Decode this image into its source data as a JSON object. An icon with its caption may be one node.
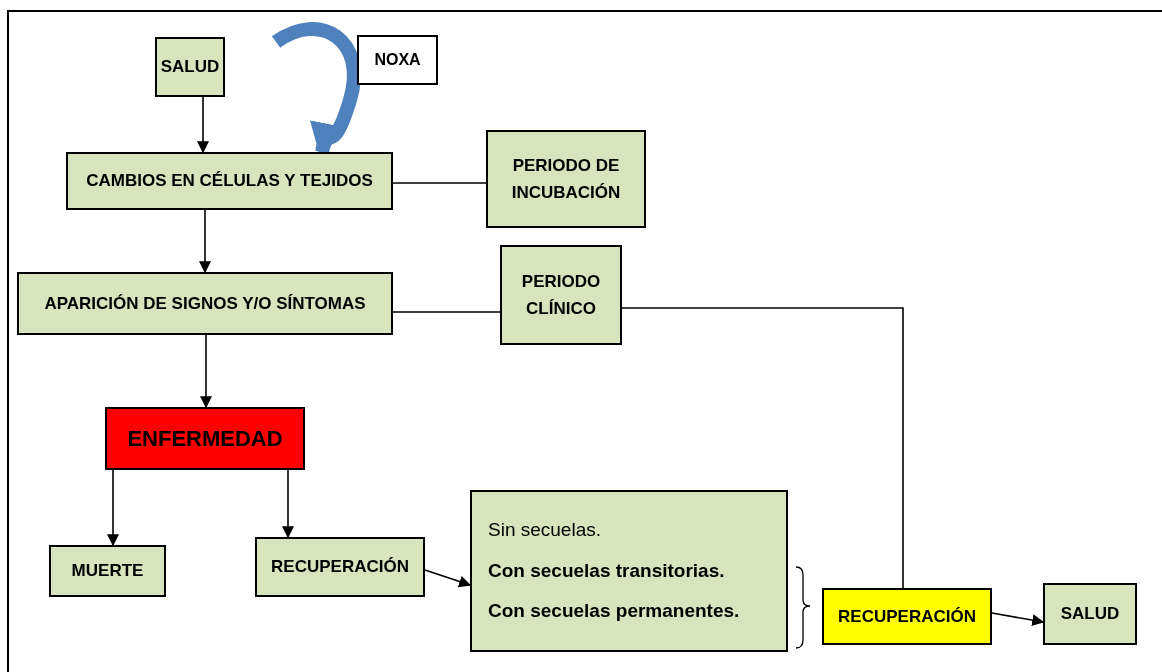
{
  "diagram": {
    "nodes": [
      {
        "text": [
          "SALUD"
        ]
      },
      {
        "text": [
          "NOXA"
        ]
      },
      {
        "text": [
          "CAMBIOS EN CÉLULAS Y TEJIDOS"
        ]
      },
      {
        "text": [
          "PERIODO DE INCUBACIÓN"
        ]
      },
      {
        "text": [
          "APARICIÓN DE SIGNOS Y/O SÍNTOMAS"
        ]
      },
      {
        "text": [
          "PERIODO CLÍNICO"
        ]
      },
      {
        "text": [
          "ENFERMEDAD"
        ]
      },
      {
        "text": [
          "MUERTE"
        ]
      },
      {
        "text": [
          "RECUPERACIÓN"
        ]
      },
      {
        "text": [
          "Sin secuelas.",
          "Con secuelas transitorias.",
          "Con secuelas permanentes."
        ]
      },
      {
        "text": [
          "RECUPERACIÓN"
        ]
      },
      {
        "text": [
          "SALUD"
        ]
      }
    ],
    "edges": [
      {
        "from": 0,
        "to": 2,
        "arrow": "to"
      },
      {
        "from": null,
        "to": 2,
        "arrow": "to",
        "style": "thick",
        "color": "#4f81bd"
      },
      {
        "from": 2,
        "to": 3,
        "arrow": "none"
      },
      {
        "from": 2,
        "to": 4,
        "arrow": "to"
      },
      {
        "from": 4,
        "to": 5,
        "arrow": "none"
      },
      {
        "from": 4,
        "to": 6,
        "arrow": "to"
      },
      {
        "from": 6,
        "to": 7,
        "arrow": "to"
      },
      {
        "from": 6,
        "to": 8,
        "arrow": "to"
      },
      {
        "from": 8,
        "to": 9,
        "arrow": "to"
      },
      {
        "from": 5,
        "to": 10,
        "arrow": "none"
      },
      {
        "from": 10,
        "to": 11,
        "arrow": "to"
      }
    ]
  }
}
